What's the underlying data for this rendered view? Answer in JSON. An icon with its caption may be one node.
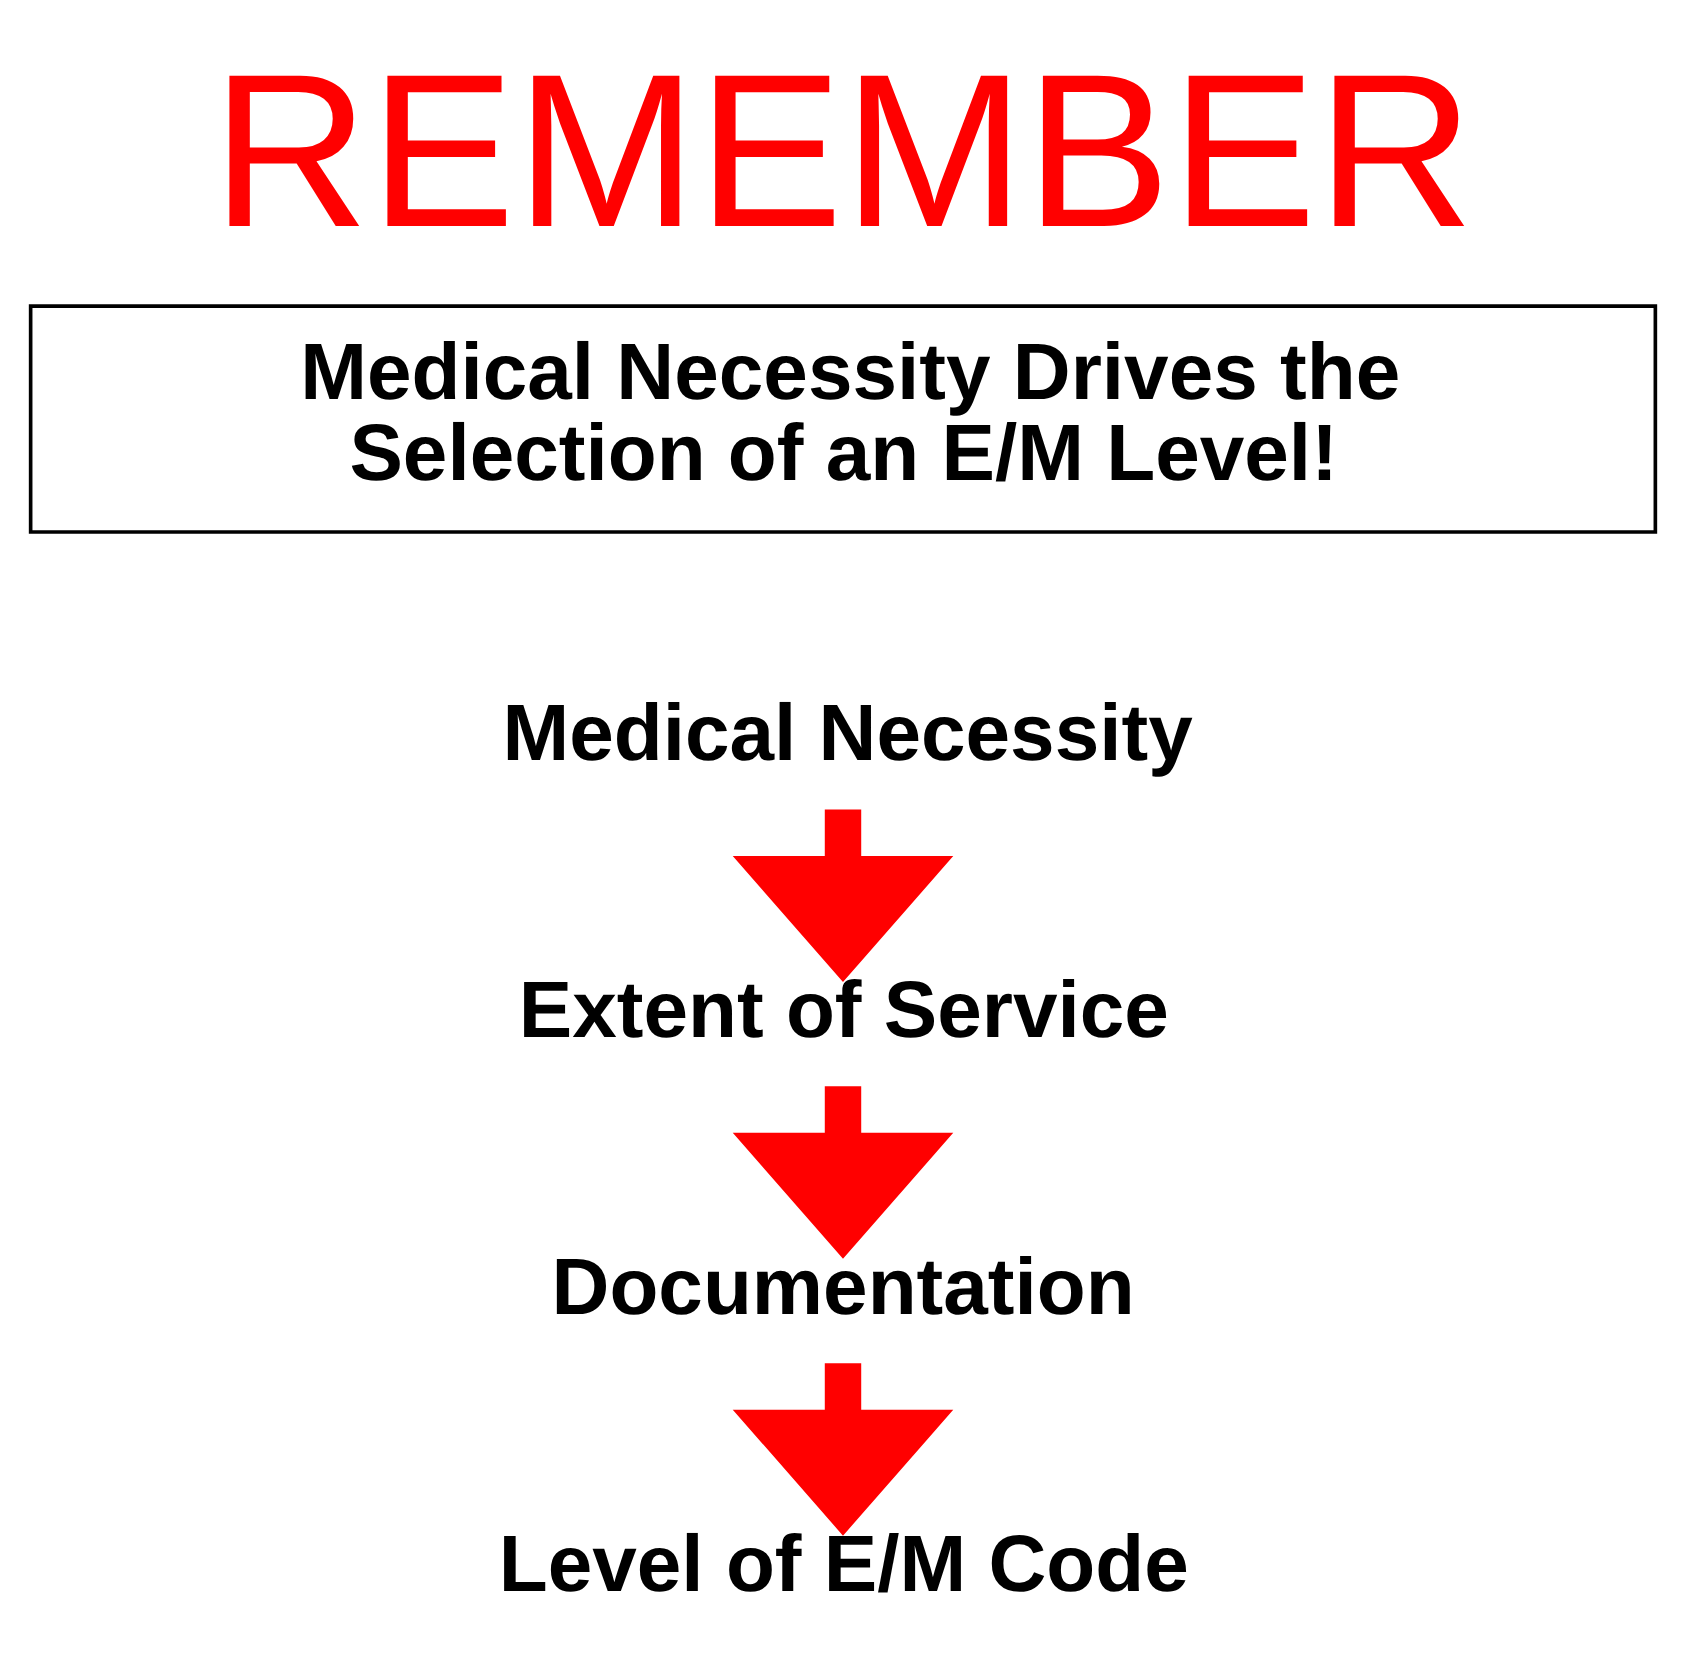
{
  "diagram": {
    "title": "REMEMBER",
    "nodes": [
      {
        "text": [
          "Medical Necessity Drives the Selection of an E/M Level!"
        ]
      },
      {
        "text": [
          "Medical Necessity"
        ]
      },
      {
        "text": [
          "Extent of Service"
        ]
      },
      {
        "text": [
          "Documentation"
        ]
      },
      {
        "text": [
          "Level of E/M Code"
        ]
      }
    ],
    "edges": [
      {
        "from": 1,
        "to": 2,
        "arrow": "to"
      },
      {
        "from": 2,
        "to": 3,
        "arrow": "to"
      },
      {
        "from": 3,
        "to": 4,
        "arrow": "to"
      }
    ]
  }
}
